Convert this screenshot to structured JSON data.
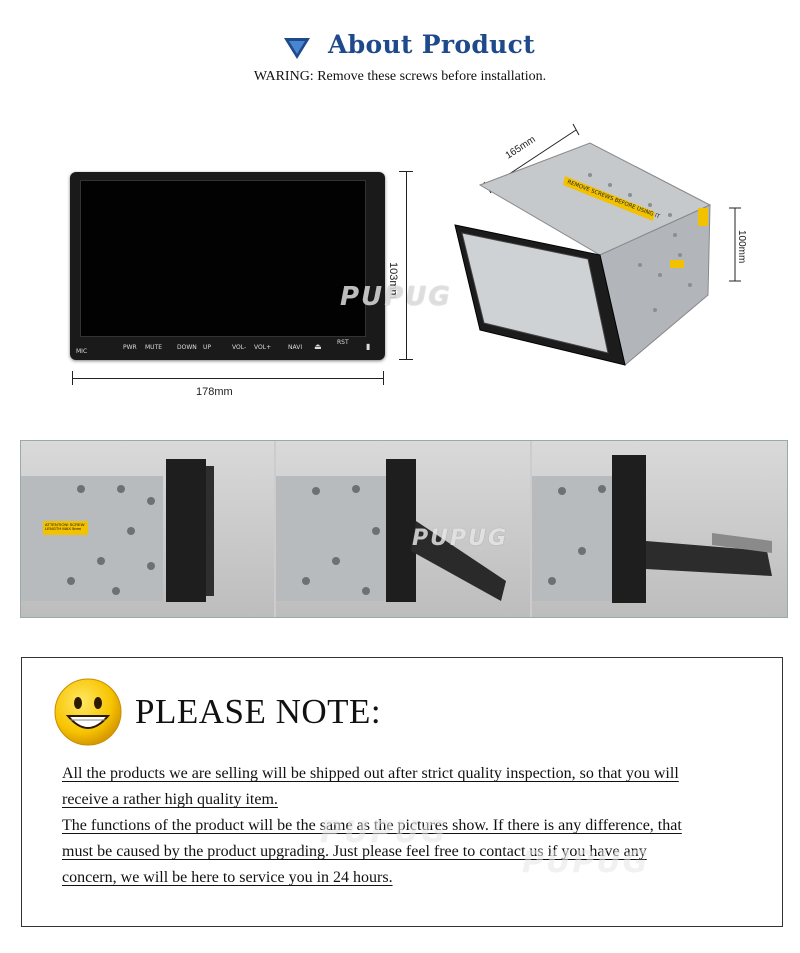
{
  "header": {
    "icon": "down-triangle-icon",
    "title": "About Product",
    "warning": "WARING: Remove these screws before installation."
  },
  "front_panel": {
    "mic_label": "MIC",
    "buttons": [
      "PWR",
      "MUTE",
      "DOWN",
      "UP",
      "VOL-",
      "VOL+",
      "NAVI",
      "RST"
    ],
    "width_label": "178mm",
    "height_label": "103mm"
  },
  "side_unit": {
    "depth_label": "165mm",
    "height_label": "100mm",
    "sticker_text": "REMOVE SCREWS BEFORE USING IT"
  },
  "photos": {
    "attention_label": "ATTENTION! SCREW LENGTH MAX 5mm"
  },
  "watermark": "PUPUG",
  "note": {
    "icon": "smiley-face-icon",
    "title": "PLEASE NOTE:",
    "paragraph1_line1": "All the products we are selling will be shipped out after strict quality inspection, so that you will",
    "paragraph1_line2": "receive a rather high quality item.",
    "paragraph2_line1": "The functions of the product will be the same as the pictures show. If there is any difference, that",
    "paragraph2_line2": "must be caused by the product upgrading. Just please feel free to contact us if you have any",
    "paragraph2_line3": "concern, we will be here to service you in 24 hours."
  },
  "colors": {
    "title_blue": "#1e4a8c",
    "sticker_yellow": "#f2c200",
    "chassis_gray": "#b8bcc0"
  }
}
